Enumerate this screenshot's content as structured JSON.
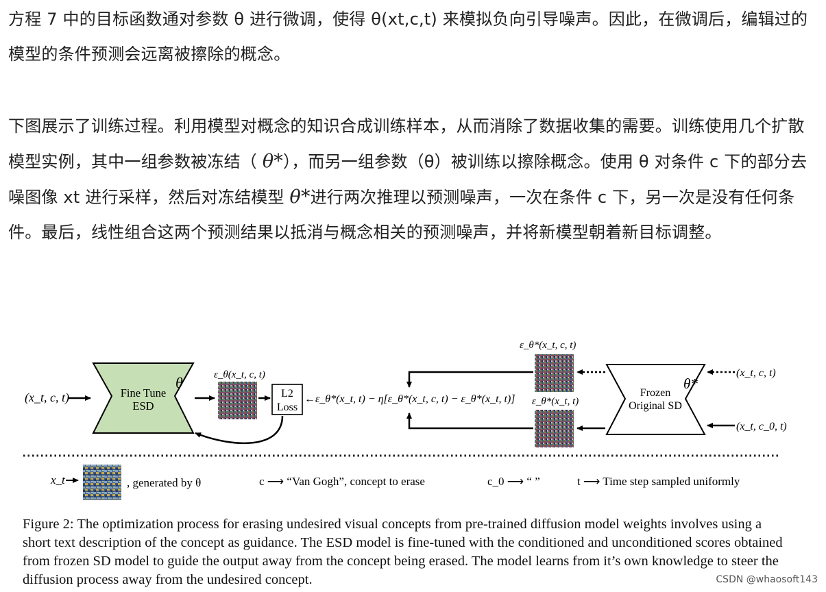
{
  "paragraph1": "方程 7 中的目标函数通对参数 θ 进行微调，使得 θ(xt,c,t) 来模拟负向引导噪声。因此，在微调后，编辑过的模型的条件预测会远离被擦除的概念。",
  "paragraph2": {
    "part1": "下图展示了训练过程。利用模型对概念的知识合成训练样本，从而消除了数据收集的需要。训练使用几个扩散模型实例，其中一组参数被冻结（",
    "theta_star_1": "θ*",
    "part2": "），而另一组参数（θ）被训练以擦除概念。使用 θ 对条件 c 下的部分去噪图像 xt 进行采样，然后对冻结模型",
    "theta_star_2": "θ*",
    "part3": "进行两次推理以预测噪声，一次在条件 c 下，另一次是没有任何条件。最后，线性组合这两个预测结果以抵消与概念相关的预测噪声，并将新模型朝着新目标调整。"
  },
  "figure": {
    "input_left": "(x_t, c, t)",
    "esd_box": {
      "line1": "Fine Tune",
      "line2": "ESD",
      "param": "θ"
    },
    "eps_theta_label": "ε_θ(x_t, c, t)",
    "l2_box": {
      "line1": "L2",
      "line2": "Loss"
    },
    "target_expr": "←ε_θ*(x_t, t) − η[ε_θ*(x_t, c, t) − ε_θ*(x_t, t)]",
    "eps_star_cond_label": "ε_θ*(x_t, c, t)",
    "eps_star_uncond_label": "ε_θ*(x_t, t)",
    "frozen_box": {
      "line1": "Frozen",
      "line2": "Original SD",
      "param": "θ*"
    },
    "input_right_top": "(x_t, c, t)",
    "input_right_bottom": "(x_t, c_0, t)",
    "legend": {
      "xt": "x_t",
      "xt_desc": ", generated by θ",
      "c": "c ⟶ “Van Gogh”, concept to erase",
      "c0": "c_0 ⟶ “ ”",
      "t": "t ⟶ Time step sampled uniformly"
    },
    "colors": {
      "esd_fill": "#c6dfb4",
      "frozen_fill": "#ffffff",
      "stroke": "#000000"
    }
  },
  "caption": "Figure 2: The optimization process for erasing undesired visual concepts from pre-trained diffusion model weights involves using a short text description of the concept as guidance. The ESD model is fine-tuned with the conditioned and unconditioned scores obtained from frozen SD model to guide the output away from the concept being erased. The model learns from it’s own knowledge to steer the diffusion process away from the undesired concept.",
  "watermark": "CSDN @whaosoft143"
}
